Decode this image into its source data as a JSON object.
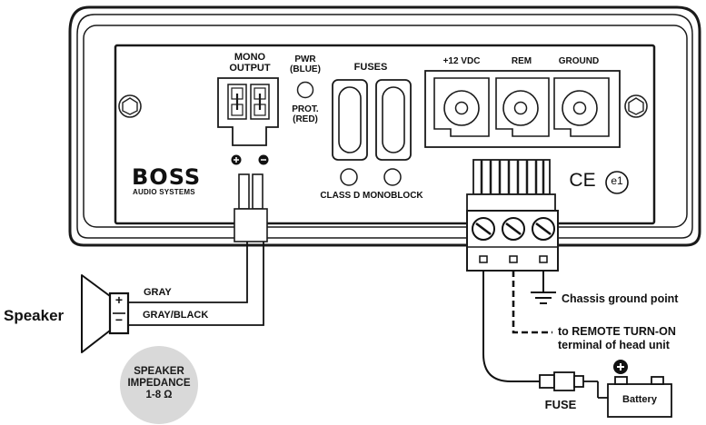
{
  "amplifier": {
    "mono_output_label": "MONO OUTPUT",
    "pwr_label": "PWR (BLUE)",
    "prot_label": "PROT. (RED)",
    "fuses_label": "FUSES",
    "power_terminals": [
      "+12 VDC",
      "REM",
      "GROUND"
    ],
    "brand": "BOSS",
    "brand_sub": "AUDIO SYSTEMS",
    "model_label": "CLASS D MONOBLOCK",
    "polarity": [
      "+",
      "−"
    ],
    "cert_ce": "CE",
    "cert_e1": "e1"
  },
  "speaker": {
    "label": "Speaker",
    "wire_plus": "GRAY",
    "wire_minus": "GRAY/BLACK",
    "polarity": [
      "+",
      "−"
    ],
    "impedance_note": "SPEAKER IMPEDANCE 1-8 Ω"
  },
  "wiring": {
    "chassis_ground": "Chassis ground point",
    "remote_turn_on": "to REMOTE TURN-ON terminal of head unit",
    "fuse_label": "FUSE",
    "battery_label": "Battery"
  }
}
